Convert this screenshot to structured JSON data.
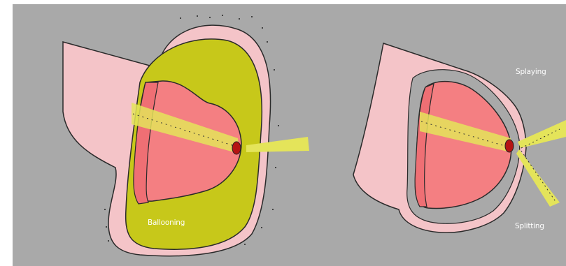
{
  "labels": {
    "ballooning": "Ballooning",
    "splaying": "Splaying",
    "splitting": "Splitting"
  },
  "colors": {
    "background": "#a9a9a9",
    "frame_left": "#ffffff",
    "outer_tissue": "#f4c4c8",
    "outline": "#2a2a2a",
    "inner_body": "#f47f82",
    "inner_band": "#ef6f74",
    "balloon_fill": "#c7c81a",
    "beam": "#e4e45a",
    "beam_inner": "#d8b95a",
    "bubble": "#b51414"
  }
}
